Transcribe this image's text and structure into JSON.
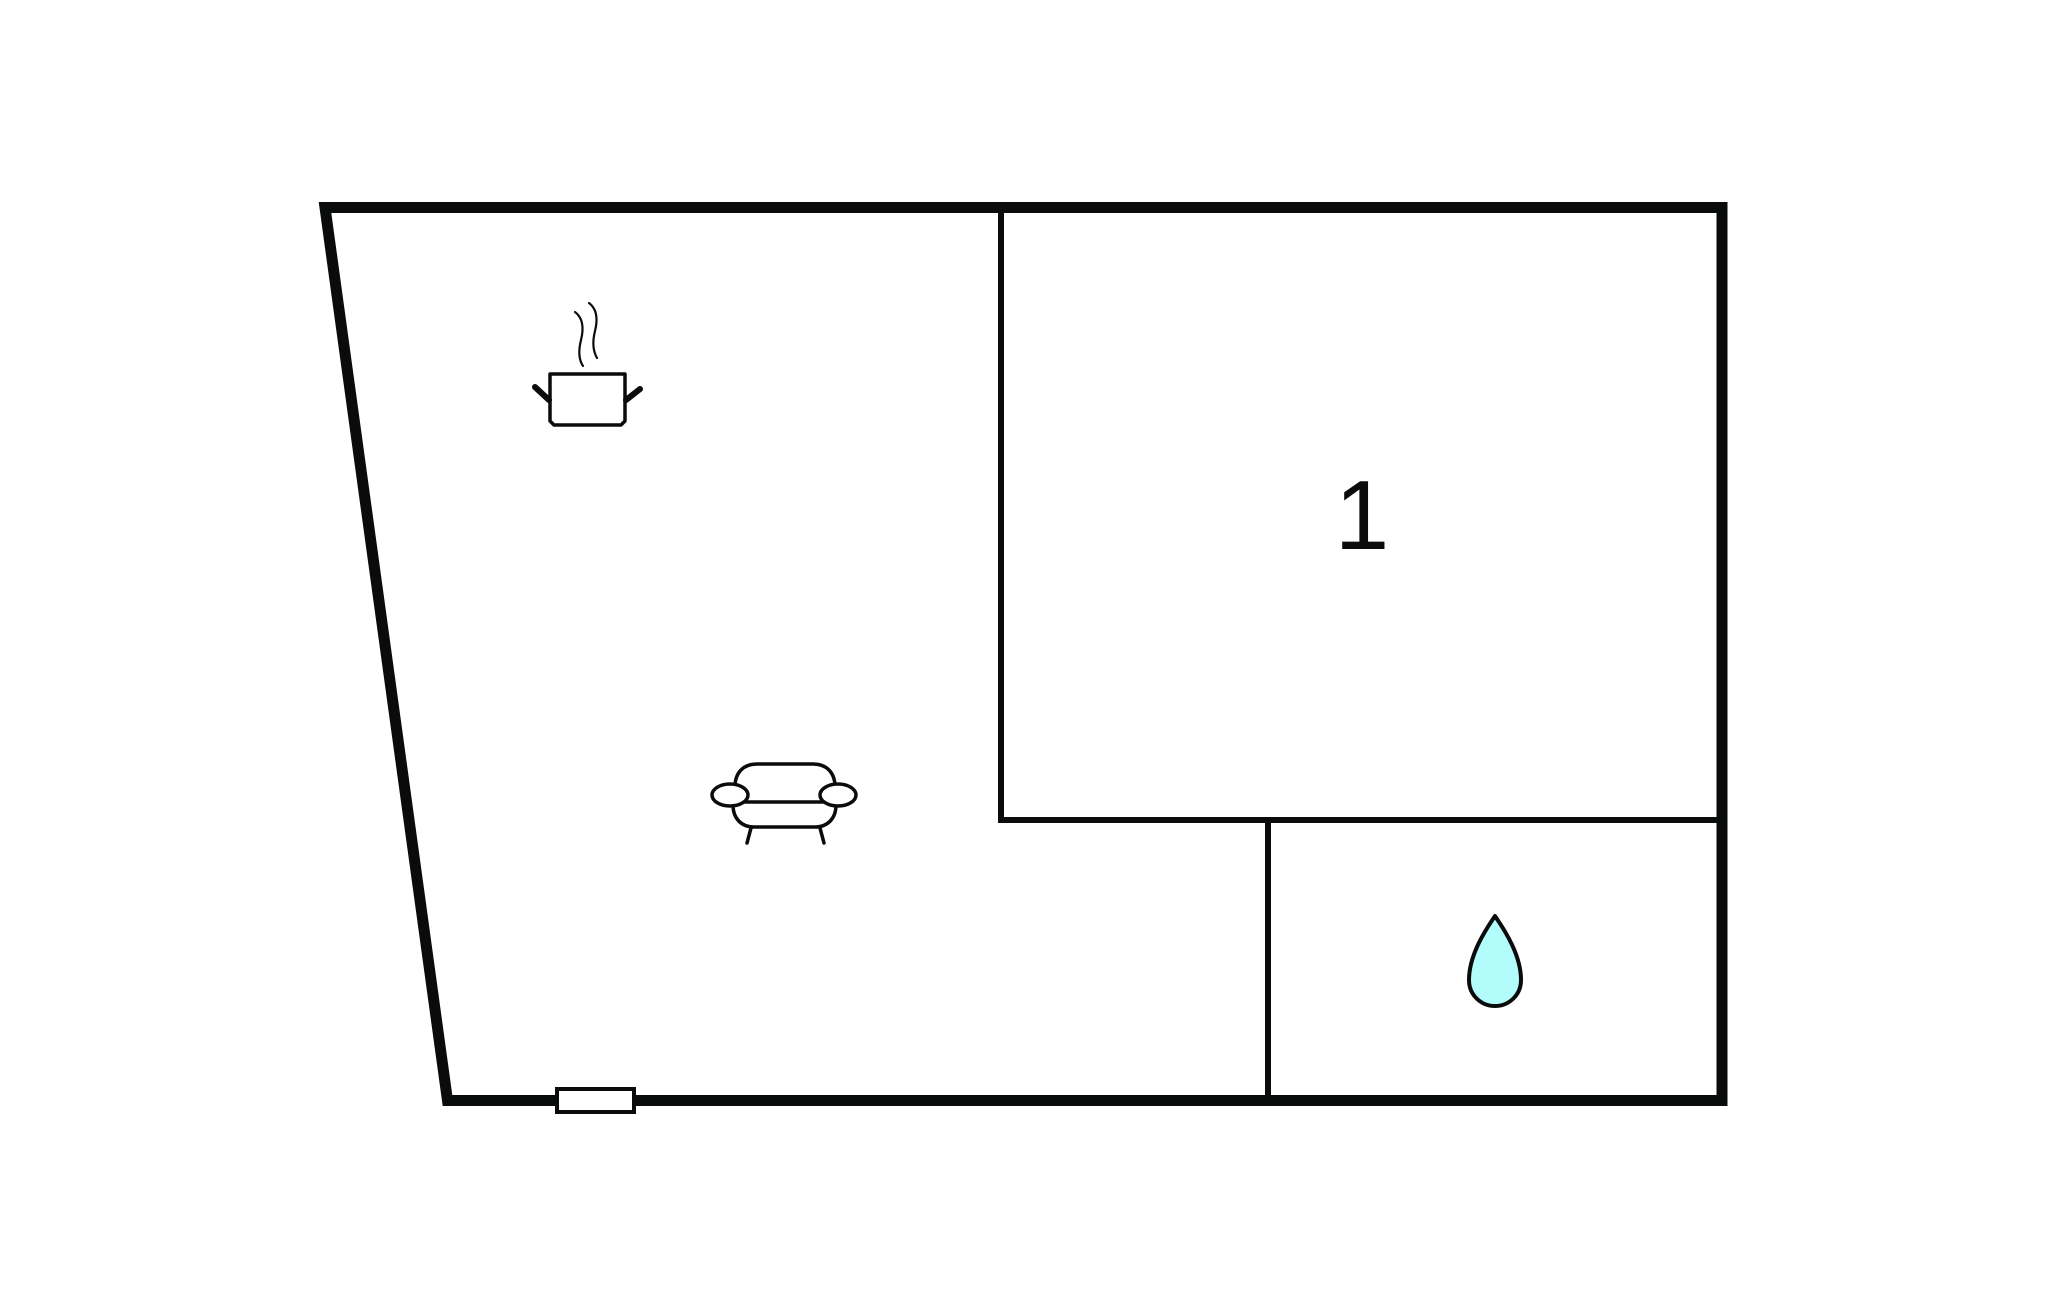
{
  "floorplan": {
    "colors": {
      "wall": "#0a0c0b",
      "background": "#ffffff",
      "water_fill": "#b3fcfc"
    },
    "rooms": [
      {
        "id": "living-kitchen",
        "label": "",
        "icons": [
          "cooking-pot-icon",
          "sofa-icon"
        ]
      },
      {
        "id": "bedroom",
        "label": "1",
        "icons": []
      },
      {
        "id": "bathroom",
        "label": "",
        "icons": [
          "water-drop-icon"
        ]
      }
    ],
    "features": [
      "window"
    ]
  }
}
